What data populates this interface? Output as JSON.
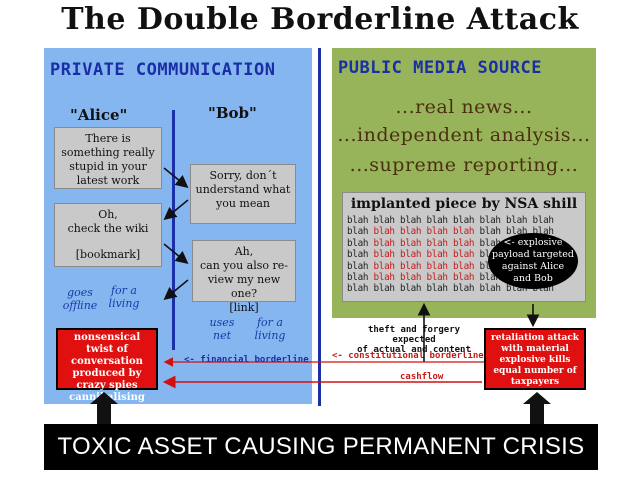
{
  "title": "The Double Borderline Attack",
  "left_panel": {
    "heading": "PRIVATE COMMUNICATION",
    "alice": "\"Alice\"",
    "bob": "\"Bob\"",
    "msg1": "There is something really stupid in your latest work",
    "msg2": "Sorry, don´t understand what you mean",
    "msg3_line1": "Oh,",
    "msg3_line2": "check the wiki",
    "msg3_line3": "[bookmark]",
    "msg4_line1": "Ah,",
    "msg4_line2": "can you also re-view my new one?",
    "msg4_line3": "[link]",
    "hand_alice_1": "goes offline",
    "hand_alice_2": "for a living",
    "hand_bob_1": "uses net",
    "hand_bob_2": "for a living",
    "financial_borderline": "<- financial borderline"
  },
  "right_panel": {
    "heading": "PUBLIC MEDIA SOURCE",
    "line1": "...real news...",
    "line2": "...independent analysis...",
    "line3": "...supreme reporting...",
    "shill_title": "implanted piece by NSA shill",
    "blah_word": "blah",
    "oval_text": "<- explosive payload targeted against Alice and Bob"
  },
  "labels": {
    "theft_line1": "theft and forgery expected",
    "theft_line2": "of actual and content",
    "constitutional_borderline": "<- constitutional borderline",
    "cashflow": "cashflow"
  },
  "red_left": "nonsensical twist of conversation produced by crazy spies cannibalising collected records",
  "red_right": "retaliation attack with material explosive kills equal number of taxpayers",
  "bottom_bar": "TOXIC ASSET CAUSING PERMANENT CRISIS",
  "colors": {
    "left_panel": "#86b6f0",
    "right_panel": "#98b45a",
    "heading_blue": "#1a2fa6",
    "alert_red": "#e01010",
    "bar_black": "#000000"
  }
}
